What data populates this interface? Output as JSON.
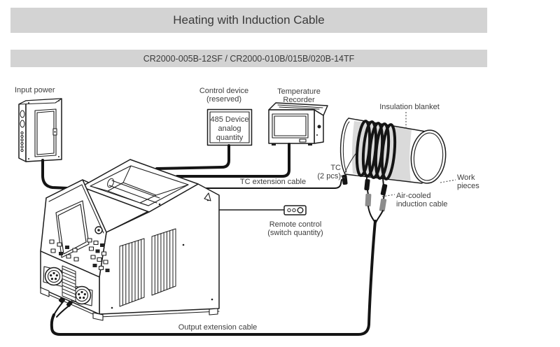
{
  "header": {
    "title": "Heating with Induction Cable",
    "model": "CR2000-005B-12SF / CR2000-010B/015B/020B-14TF"
  },
  "labels": {
    "input_power": "Input power",
    "control_device_line1": "Control device",
    "control_device_line2": "(reserved)",
    "box485_line1": "485 Device",
    "box485_line2": "analog",
    "box485_line3": "quantity",
    "temp_recorder_line1": "Temperature",
    "temp_recorder_line2": "Recorder",
    "insulation_blanket": "Insulation blanket",
    "tc_line1": "TC",
    "tc_line2": "(2 pcs)",
    "work_pieces_line1": "Work",
    "work_pieces_line2": "pieces",
    "air_cooled_line1": "Air-cooled",
    "air_cooled_line2": "induction cable",
    "tc_extension": "TC extension cable",
    "remote_line1": "Remote control",
    "remote_line2": "(switch quantity)",
    "output_extension": "Output extension cable"
  },
  "colors": {
    "bar_background": "#d3d3d3",
    "bar_text": "#3a3a3a",
    "line_art": "#1c1c1c",
    "label_text": "#3d3d3d",
    "insulation_blanket_fill": "#dadada",
    "cable_connector_gray": "#8c8c8c"
  }
}
